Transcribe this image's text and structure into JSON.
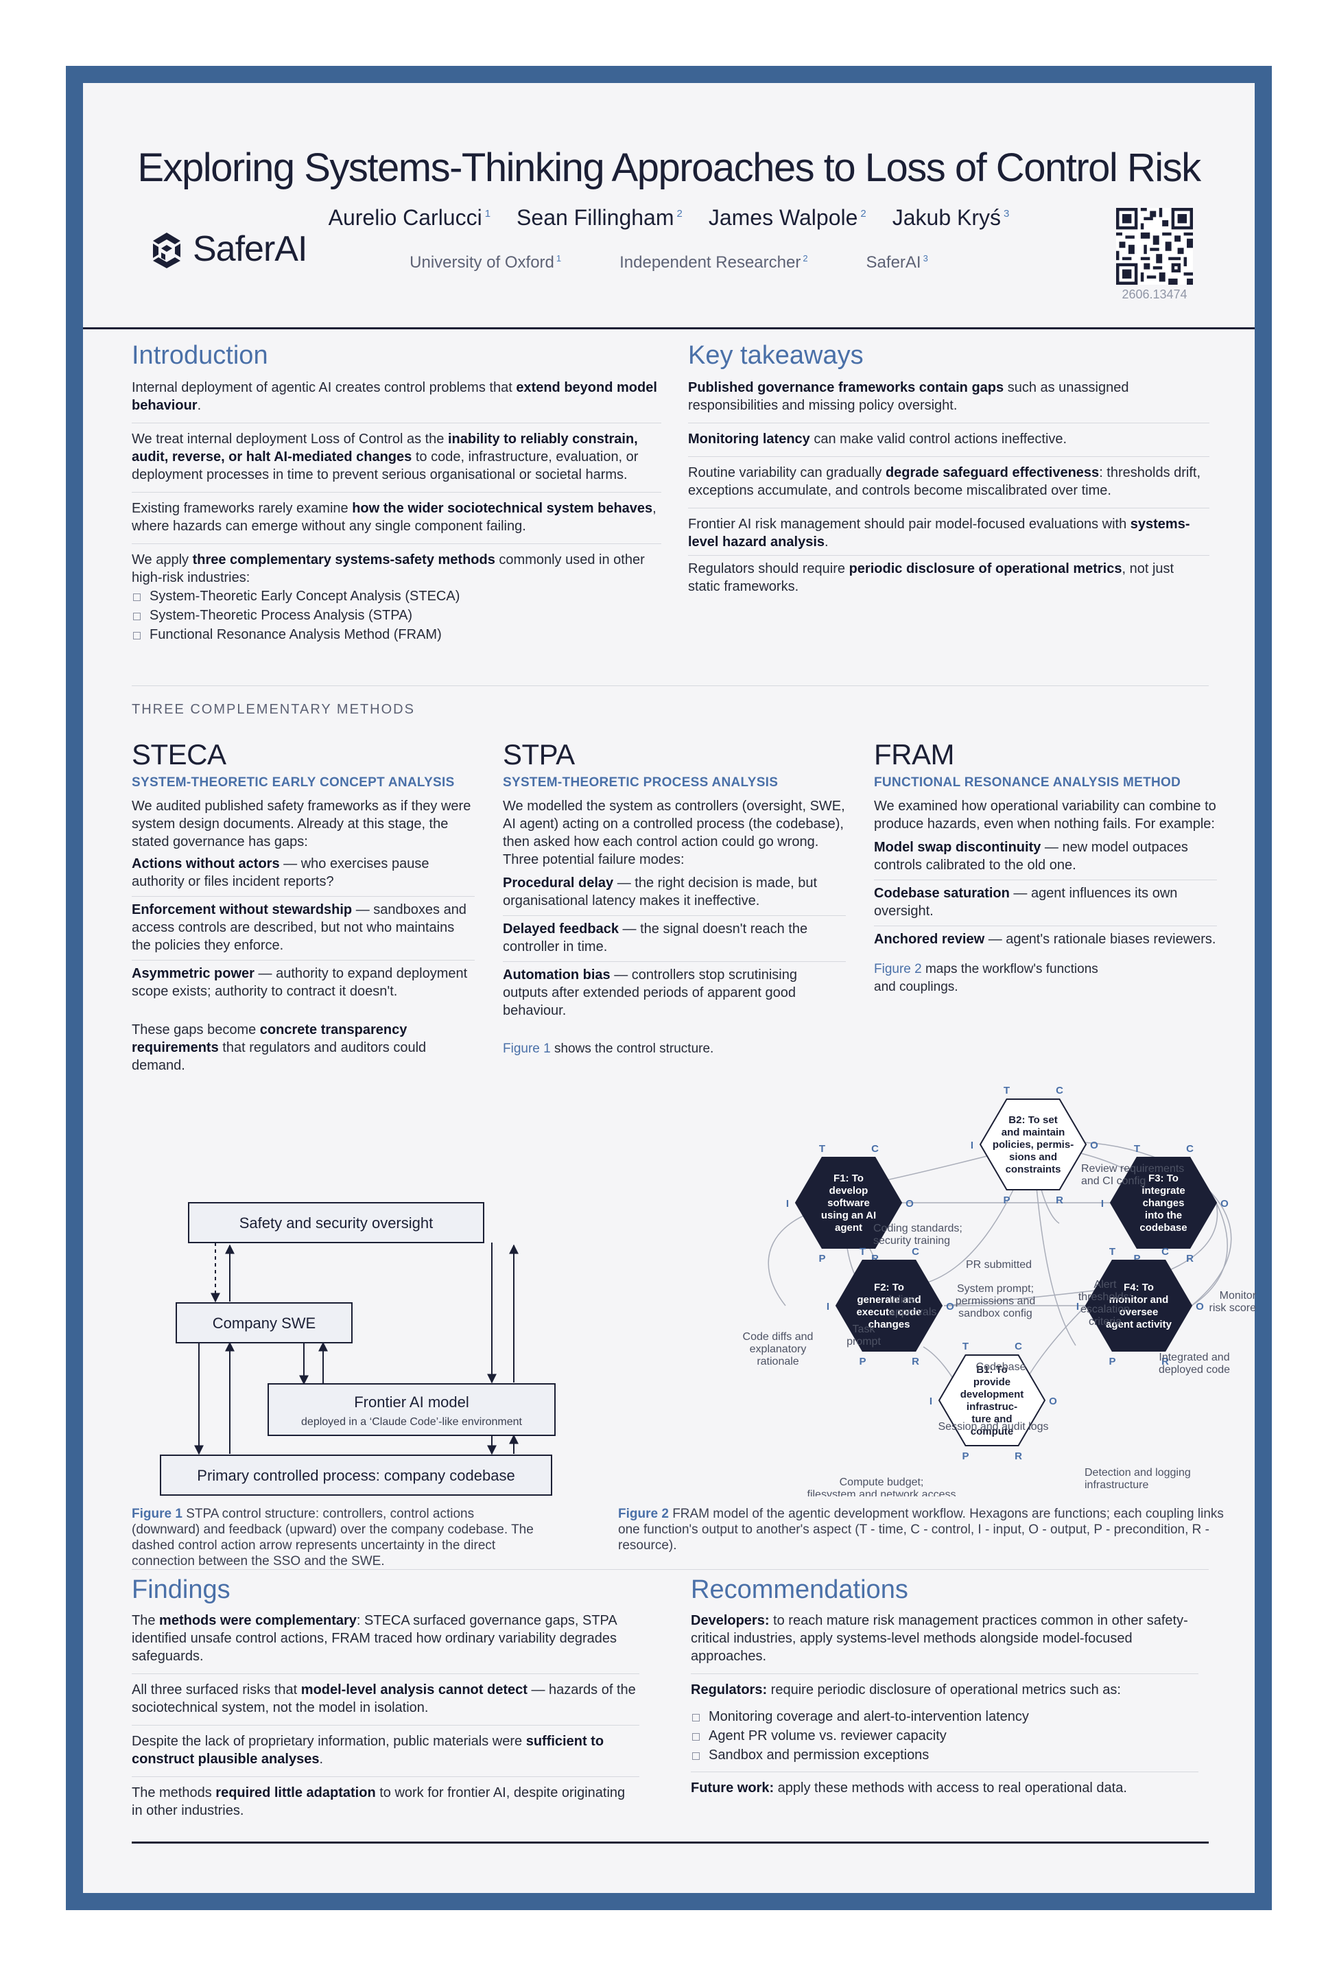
{
  "title": "Exploring Systems-Thinking Approaches to Loss of Control Risk",
  "authors": [
    {
      "name": "Aurelio Carlucci",
      "sup": "1"
    },
    {
      "name": "Sean Fillingham",
      "sup": "2"
    },
    {
      "name": "James Walpole",
      "sup": "2"
    },
    {
      "name": "Jakub Kryś",
      "sup": "3"
    }
  ],
  "affiliations": [
    {
      "name": "University of Oxford",
      "sup": "1"
    },
    {
      "name": "Independent Researcher",
      "sup": "2"
    },
    {
      "name": "SaferAI",
      "sup": "3"
    }
  ],
  "logo_text": "SaferAI",
  "qr_caption": "2606.13474",
  "introduction": {
    "heading": "Introduction",
    "p1_a": "Internal deployment of agentic AI creates control problems that ",
    "p1_b": "extend beyond model behaviour",
    "p1_c": ".",
    "p2_a": "We treat internal deployment Loss of Control as the ",
    "p2_b": "inability to reliably constrain, audit, reverse, or halt AI-mediated changes",
    "p2_c": " to code, infrastructure, evaluation, or deployment processes in time to prevent serious organisational or societal harms.",
    "p3_a": "Existing frameworks rarely examine ",
    "p3_b": "how the wider sociotechnical system behaves",
    "p3_c": ", where hazards can emerge without any single component failing.",
    "p4_a": "We apply ",
    "p4_b": "three complementary systems-safety methods",
    "p4_c": " commonly used in other high-risk industries:",
    "methods": [
      "System-Theoretic Early Concept Analysis (STECA)",
      "System-Theoretic Process Analysis (STPA)",
      "Functional Resonance Analysis Method (FRAM)"
    ]
  },
  "takeaways": {
    "heading": "Key takeaways",
    "t1_b": "Published governance frameworks contain gaps",
    "t1_c": " such as unassigned responsibilities and missing policy oversight.",
    "t2_b": "Monitoring latency",
    "t2_c": " can make valid control actions ineffective.",
    "t3_a": "Routine variability can gradually ",
    "t3_b": "degrade safeguard effectiveness",
    "t3_c": ": thresholds drift, exceptions accumulate, and controls become miscalibrated over time.",
    "t4_a": "Frontier AI risk management should pair model-focused evaluations with ",
    "t4_b": "systems-level hazard analysis",
    "t4_c": ".",
    "t5_a": "Regulators should require ",
    "t5_b": "periodic disclosure of operational metrics",
    "t5_c": ", not just static frameworks."
  },
  "methods_label": "THREE COMPLEMENTARY METHODS",
  "steca": {
    "heading": "STECA",
    "sub": "SYSTEM-THEORETIC EARLY CONCEPT ANALYSIS",
    "intro": "We audited published safety frameworks as if they were system design documents. Already at this stage, the stated governance has gaps:",
    "i1_b": "Actions without actors",
    "i1_c": " — who exercises pause authority or files incident reports?",
    "i2_b": "Enforcement without stewardship",
    "i2_c": " — sandboxes and access controls are described, but not who maintains the policies they enforce.",
    "i3_b": "Asymmetric power",
    "i3_c": " — authority to expand deployment scope exists; authority to contract it doesn't.",
    "outro_a": "These gaps become ",
    "outro_b": "concrete transparency requirements",
    "outro_c": " that regulators and auditors could demand."
  },
  "stpa": {
    "heading": "STPA",
    "sub": "SYSTEM-THEORETIC PROCESS ANALYSIS",
    "intro": "We modelled the system as controllers (oversight, SWE, AI agent) acting on a controlled process (the codebase), then asked how each control action could go wrong. Three potential failure modes:",
    "i1_b": "Procedural delay",
    "i1_c": " — the right decision is made, but organisational latency makes it ineffective.",
    "i2_b": "Delayed feedback",
    "i2_c": " — the signal doesn't reach the controller in time.",
    "i3_b": "Automation bias",
    "i3_c": " — controllers stop scrutinising outputs after extended periods of apparent good behaviour.",
    "fig_ref": "Figure 1",
    "fig_ref_rest": " shows the control structure."
  },
  "fram": {
    "heading": "FRAM",
    "sub": "FUNCTIONAL RESONANCE ANALYSIS METHOD",
    "intro": "We examined how operational variability can combine to produce hazards, even when nothing fails. For example:",
    "i1_b": "Model swap discontinuity",
    "i1_c": " — new model outpaces controls calibrated to the old one.",
    "i2_b": "Codebase saturation",
    "i2_c": " — agent influences its own oversight.",
    "i3_b": "Anchored review",
    "i3_c": " — agent's rationale biases reviewers.",
    "fig_ref": "Figure 2",
    "fig_ref_rest": " maps the workflow's functions and couplings."
  },
  "fig1": {
    "box_oversight": "Safety and security oversight",
    "box_swe": "Company SWE",
    "box_model": "Frontier AI model",
    "box_model_sub": "deployed in a ‘Claude Code’-like environment",
    "box_process": "Primary controlled process: company codebase",
    "cap_label": "Figure 1",
    "cap_text": "STPA control structure: controllers, control actions (downward) and feedback (upward) over the company codebase. The dashed control action arrow represents uncertainty in the direct connection between the SSO and the SWE."
  },
  "fig2": {
    "aspects": {
      "t": "T",
      "c": "C",
      "i": "I",
      "o": "O",
      "p": "P",
      "r": "R"
    },
    "b2": [
      "B2: To set",
      "and maintain",
      "policies, permis-",
      "sions and",
      "constraints"
    ],
    "f1": [
      "F1: To",
      "develop",
      "software",
      "using an AI",
      "agent"
    ],
    "f3": [
      "F3: To",
      "integrate",
      "changes",
      "into the",
      "codebase"
    ],
    "f2": [
      "F2: To",
      "generate and",
      "execute code",
      "changes"
    ],
    "f4": [
      "F4: To",
      "monitor and",
      "oversee",
      "agent activity"
    ],
    "b1": [
      "B1: To",
      "provide",
      "development",
      "infrastruc-",
      "ture and",
      "compute"
    ],
    "labels": {
      "review": [
        "Review requirements",
        "and CI config"
      ],
      "coding": [
        "Coding standards;",
        "security training"
      ],
      "pr": "PR submitted",
      "inline": [
        "Inline",
        "approvals"
      ],
      "sysprompt": [
        "System prompt;",
        "permissions and",
        "sandbox config"
      ],
      "alert": [
        "Alert",
        "thresholds;",
        "escalation",
        "criteria"
      ],
      "monitor": [
        "Monitor",
        "risk score"
      ],
      "codediffs": [
        "Code diffs and",
        "explanatory",
        "rationale"
      ],
      "task": [
        "Task",
        "prompt"
      ],
      "codebase": "Codebase",
      "integrated": [
        "Integrated and",
        "deployed code"
      ],
      "session": "Session and audit logs",
      "compute": [
        "Compute budget;",
        "filesystem and network access"
      ],
      "detection": [
        "Detection and logging",
        "infrastructure"
      ]
    },
    "cap_label": "Figure 2",
    "cap_text": "FRAM model of the agentic development workflow. Hexagons are functions; each coupling links one function's output to another's aspect (T - time, C - control, I - input, O - output, P - precondition, R - resource)."
  },
  "findings": {
    "heading": "Findings",
    "f1_a": "The ",
    "f1_b": "methods were complementary",
    "f1_c": ": STECA surfaced governance gaps, STPA identified unsafe control actions, FRAM traced how ordinary variability degrades safeguards.",
    "f2_a": "All three surfaced risks that ",
    "f2_b": "model-level analysis cannot detect",
    "f2_c": " — hazards of the sociotechnical system, not the model in isolation.",
    "f3_a": "Despite the lack of proprietary information, public materials were ",
    "f3_b": "sufficient to construct plausible analyses",
    "f3_c": ".",
    "f4_a": "The methods ",
    "f4_b": "required little adaptation",
    "f4_c": " to work for frontier AI, despite originating in other industries."
  },
  "recommendations": {
    "heading": "Recommendations",
    "r1_b": "Developers:",
    "r1_c": " to reach mature risk management practices common in other safety-critical industries, apply systems-level methods alongside model-focused approaches.",
    "r2_b": "Regulators:",
    "r2_c": " require periodic disclosure of operational metrics such as:",
    "metrics": [
      "Monitoring coverage and alert-to-intervention latency",
      "Agent PR volume vs. reviewer capacity",
      "Sandbox and permission exceptions"
    ],
    "r3_b": "Future work:",
    "r3_c": " apply these methods with access to real operational data."
  },
  "colors": {
    "frame": "#3d6494",
    "accent": "#4a70a8",
    "hexagon": "#1b1f35",
    "ink": "#1b1f35"
  }
}
